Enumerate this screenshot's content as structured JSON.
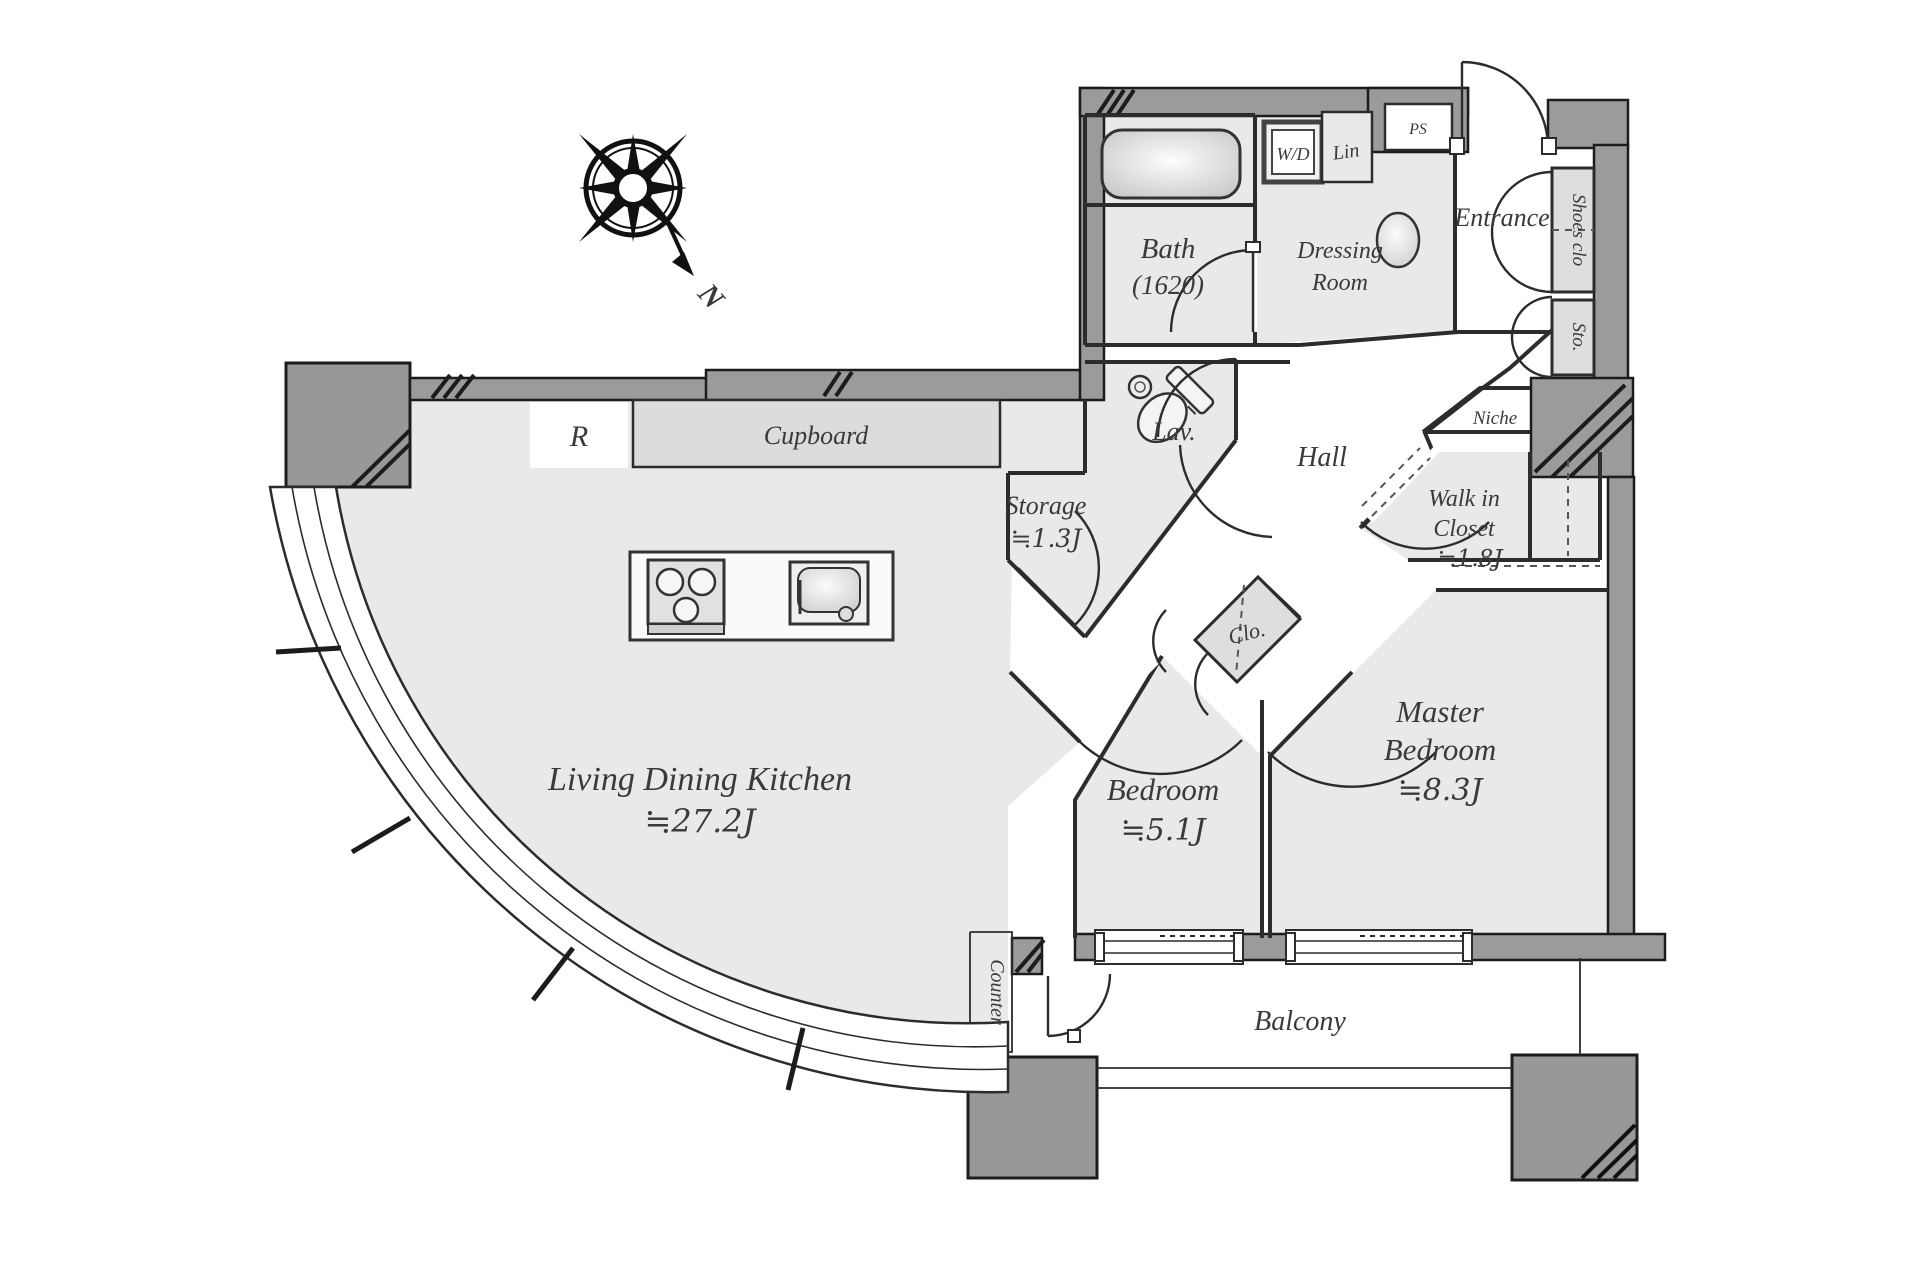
{
  "plan_title": "apartment-floor-plan",
  "colors": {
    "wall_gray": "#9b9b9b",
    "floor_gray": "#e9e9e9",
    "closet_gray": "#dedede",
    "line_black": "#1c1c1c",
    "text_gray": "#3a3a3a"
  },
  "compass": {
    "north_label": "N"
  },
  "rooms": {
    "ldk": {
      "name": "Living Dining Kitchen",
      "size": "≒27.2J"
    },
    "bedroom": {
      "name": "Bedroom",
      "size": "≒5.1J"
    },
    "master": {
      "line1": "Master",
      "line2": "Bedroom",
      "size": "≒8.3J"
    },
    "bath": {
      "name": "Bath",
      "size": "(1620)"
    },
    "dressing": {
      "line1": "Dressing",
      "line2": "Room"
    },
    "lav": {
      "name": "Lav."
    },
    "hall": {
      "name": "Hall"
    },
    "entrance": {
      "name": "Entrance"
    },
    "storage": {
      "name": "Storage",
      "size": "≒1.3J"
    },
    "wic": {
      "line1": "Walk in",
      "line2": "Closet",
      "size": "≒1.8J"
    },
    "niche": {
      "name": "Niche"
    },
    "clo": {
      "name": "Clo."
    },
    "shoes": {
      "name": "Shoes clo"
    },
    "sto": {
      "name": "Sto."
    },
    "ps": {
      "name": "PS"
    },
    "wd": {
      "name": "W/D"
    },
    "lin": {
      "name": "Lin"
    },
    "fridge": {
      "name": "R"
    },
    "cupboard": {
      "name": "Cupboard"
    },
    "counter": {
      "name": "Counter"
    },
    "balcony": {
      "name": "Balcony"
    }
  }
}
